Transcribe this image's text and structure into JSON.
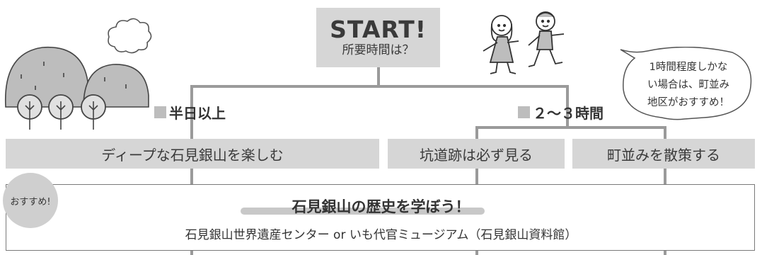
{
  "start": {
    "title": "START!",
    "subtitle": "所要時間は？"
  },
  "branches": [
    {
      "label": "半日以上"
    },
    {
      "label": "２～３時間"
    }
  ],
  "activities": [
    {
      "label": "ディープな石見銀山を楽しむ"
    },
    {
      "label": "坑道跡は必ず見る"
    },
    {
      "label": "町並みを散策する"
    }
  ],
  "speech_bubble": {
    "lines": [
      "1時間程度しかな",
      "い場合は、町並み",
      "地区がおすすめ！"
    ]
  },
  "recommendation": {
    "badge": "おすすめ!",
    "title": "石見銀山の歴史を学ぼう！",
    "subtitle": "石見銀山世界遺産センター or いも代官ミュージアム（石見銀山資料館）"
  },
  "colors": {
    "box_fill": "#d6d6d6",
    "line": "#9a9a9a",
    "badge_fill": "#cfcfcf"
  }
}
